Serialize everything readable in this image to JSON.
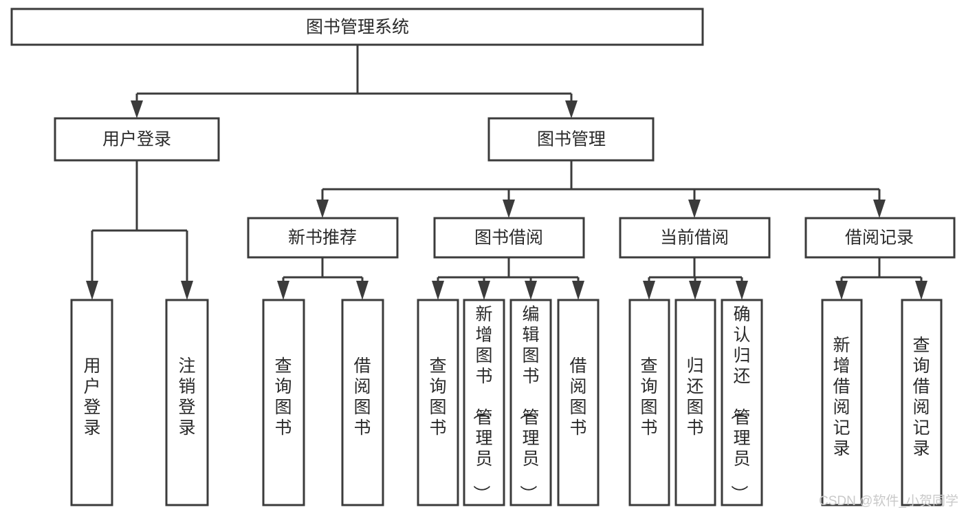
{
  "diagram": {
    "title": "图书管理系统",
    "type": "hierarchy-tree",
    "root": {
      "id": "root",
      "label": "图书管理系统",
      "orientation": "horizontal"
    },
    "level2": [
      {
        "id": "user-login",
        "label": "用户登录",
        "orientation": "horizontal"
      },
      {
        "id": "book-manage",
        "label": "图书管理",
        "orientation": "horizontal"
      }
    ],
    "level3": [
      {
        "id": "new-book-recommend",
        "label": "新书推荐",
        "parent": "book-manage",
        "orientation": "horizontal"
      },
      {
        "id": "book-borrow",
        "label": "图书借阅",
        "parent": "book-manage",
        "orientation": "horizontal"
      },
      {
        "id": "current-borrow",
        "label": "当前借阅",
        "parent": "book-manage",
        "orientation": "horizontal"
      },
      {
        "id": "borrow-record",
        "label": "借阅记录",
        "parent": "book-manage",
        "orientation": "horizontal"
      }
    ],
    "leaves": [
      {
        "id": "leaf-user-login",
        "label": "用户登录",
        "parent": "user-login",
        "orientation": "vertical"
      },
      {
        "id": "leaf-user-logout",
        "label": "注销登录",
        "parent": "user-login",
        "orientation": "vertical"
      },
      {
        "id": "leaf-query-book-1",
        "label": "查询图书",
        "parent": "new-book-recommend",
        "orientation": "vertical"
      },
      {
        "id": "leaf-borrow-book-1",
        "label": "借阅图书",
        "parent": "new-book-recommend",
        "orientation": "vertical"
      },
      {
        "id": "leaf-query-book-2",
        "label": "查询图书",
        "parent": "book-borrow",
        "orientation": "vertical"
      },
      {
        "id": "leaf-add-book",
        "label": "新增图书（管理员）",
        "parent": "book-borrow",
        "orientation": "vertical"
      },
      {
        "id": "leaf-edit-book",
        "label": "编辑图书（管理员）",
        "parent": "book-borrow",
        "orientation": "vertical"
      },
      {
        "id": "leaf-borrow-book-2",
        "label": "借阅图书",
        "parent": "book-borrow",
        "orientation": "vertical"
      },
      {
        "id": "leaf-query-book-3",
        "label": "查询图书",
        "parent": "current-borrow",
        "orientation": "vertical"
      },
      {
        "id": "leaf-return-book",
        "label": "归还图书",
        "parent": "current-borrow",
        "orientation": "vertical"
      },
      {
        "id": "leaf-confirm-return",
        "label": "确认归还（管理员）",
        "parent": "current-borrow",
        "orientation": "vertical"
      },
      {
        "id": "leaf-add-record",
        "label": "新增借阅记录",
        "parent": "borrow-record",
        "orientation": "vertical"
      },
      {
        "id": "leaf-query-record",
        "label": "查询借阅记录",
        "parent": "borrow-record",
        "orientation": "vertical"
      }
    ],
    "colors": {
      "box_stroke": "#3b3b3b",
      "box_fill": "#ffffff",
      "text": "#2a2a2a",
      "connector": "#3b3b3b",
      "watermark": "#c9c9c9",
      "background": "#ffffff"
    }
  },
  "watermark": {
    "text": "CSDN @软件_小贺同学"
  }
}
